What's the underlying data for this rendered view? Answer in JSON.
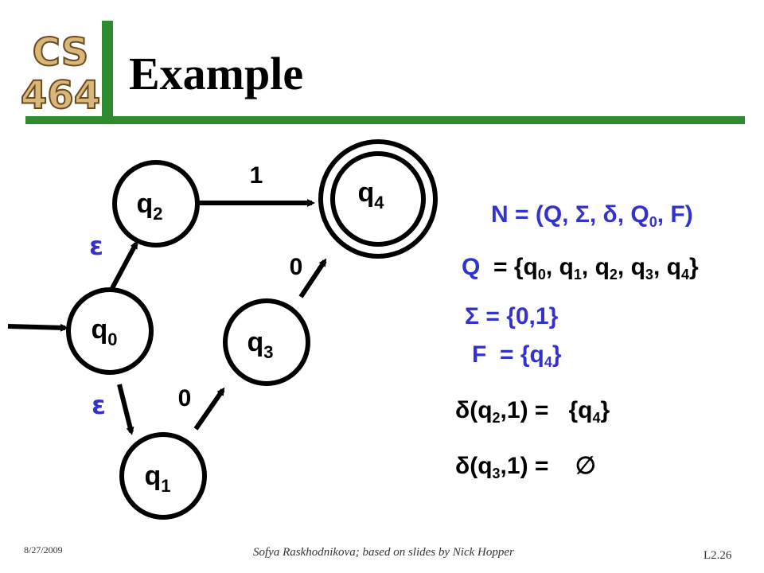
{
  "slide": {
    "title": "Example",
    "logo": {
      "line1": "CS",
      "line2": "464"
    },
    "footer": {
      "date": "8/27/2009",
      "credit": "Sofya Raskhodnikova; based on slides by Nick Hopper",
      "page": "L2.26"
    }
  },
  "diagram": {
    "states": [
      {
        "id": "q0",
        "label": "q",
        "sub": "0",
        "accepting": false,
        "start": true
      },
      {
        "id": "q1",
        "label": "q",
        "sub": "1",
        "accepting": false,
        "start": false
      },
      {
        "id": "q2",
        "label": "q",
        "sub": "2",
        "accepting": false,
        "start": false
      },
      {
        "id": "q3",
        "label": "q",
        "sub": "3",
        "accepting": false,
        "start": false
      },
      {
        "id": "q4",
        "label": "q",
        "sub": "4",
        "accepting": true,
        "start": false
      }
    ],
    "transitions": [
      {
        "from": "q0",
        "to": "q2",
        "label": "ε"
      },
      {
        "from": "q0",
        "to": "q1",
        "label": "ε"
      },
      {
        "from": "q1",
        "to": "q3",
        "label": "0"
      },
      {
        "from": "q3",
        "to": "q4",
        "label": "0"
      },
      {
        "from": "q2",
        "to": "q4",
        "label": "1"
      }
    ]
  },
  "definition": {
    "tuple": {
      "prefix": "N = (Q, Σ, ",
      "delta": "δ",
      "mid": ", Q",
      "sub": "0",
      "suffix": ", F)"
    },
    "Q": {
      "lhs": "Q",
      "eq": "= {q",
      "subs": [
        "0",
        "1",
        "2",
        "3",
        "4"
      ],
      "close": "}"
    },
    "sigma": "Σ = {0,1}",
    "F": {
      "lhs": "F",
      "eq": "= {q",
      "sub": "4",
      "close": "}"
    },
    "delta1": {
      "delta": "δ",
      "args_pre": "(q",
      "sub": "2",
      "args_post": ",1) =",
      "rhs_pre": "{q",
      "rhs_sub": "4",
      "rhs_post": "}"
    },
    "delta2": {
      "delta": "δ",
      "args_pre": "(q",
      "sub": "3",
      "args_post": ",1) =",
      "rhs": "∅"
    }
  }
}
